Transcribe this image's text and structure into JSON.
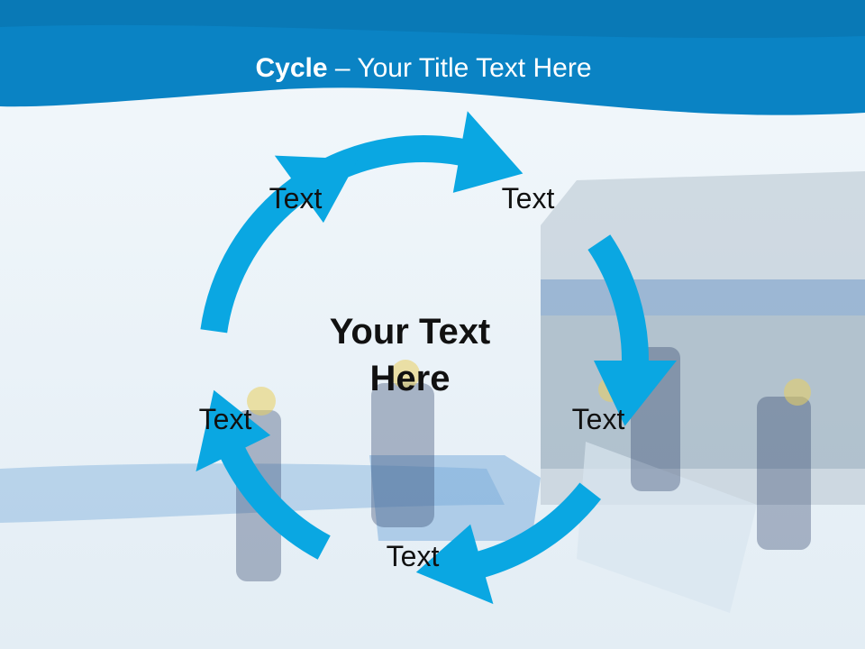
{
  "title": {
    "strong": "Cycle",
    "rest": " – Your Title Text Here"
  },
  "center": {
    "line1": "Your Text",
    "line2": "Here"
  },
  "labels": [
    "Text",
    "Text",
    "Text",
    "Text",
    "Text"
  ],
  "colors": {
    "header": "#0a83c4",
    "arrow": "#0aa7e2",
    "text": "#111111"
  }
}
